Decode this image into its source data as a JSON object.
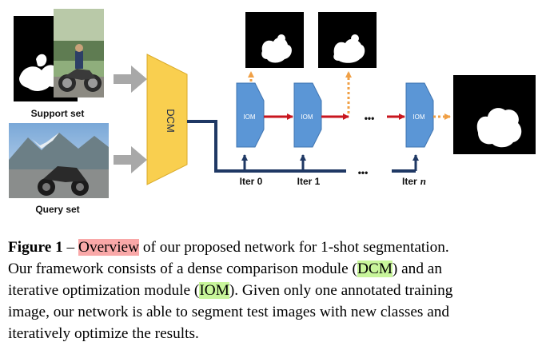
{
  "figure": {
    "support_label": "Support set",
    "query_label": "Query set",
    "dcm_label": "DCM",
    "iom_label": "IOM",
    "ellipsis": "•••",
    "iter_labels": [
      "Iter 0",
      "Iter 1",
      "Iter"
    ],
    "iter_n": "n",
    "colors": {
      "dcm_fill": "#f9cf4f",
      "iom_fill": "#5b96d6",
      "arrow_red": "#c8161e",
      "arrow_orange": "#f0a046",
      "line_navy": "#1f3864",
      "input_arrow": "#a8a8a8"
    }
  },
  "caption": {
    "fig_label": "Figure 1",
    "dash": " – ",
    "overview": "Overview",
    "l1_rest": " of our proposed network for 1-shot segmentation.",
    "l2_pre": "Our framework consists of a dense comparison module (",
    "dcm": "DCM",
    "l2_post": ") and an",
    "l3_pre": "iterative optimization module (",
    "iom": "IOM",
    "l3_post": "). Given only one annotated training",
    "l4": "image, our network is able to segment test images with new classes and",
    "l5": "iteratively optimize the results."
  }
}
